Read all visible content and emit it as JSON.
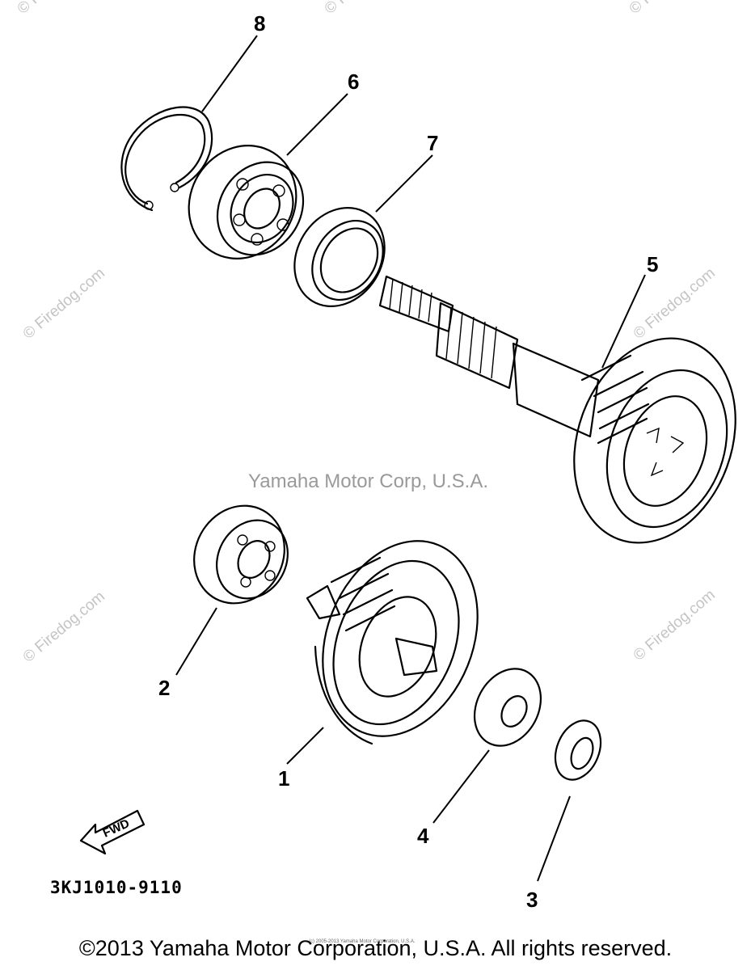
{
  "diagram": {
    "callouts": [
      "1",
      "2",
      "3",
      "4",
      "5",
      "6",
      "7",
      "8"
    ],
    "part_code": "3KJ1010-9110",
    "fwd_label": "FWD"
  },
  "watermarks": {
    "center": "Yamaha Motor Corp, U.S.A.",
    "site": "© Firedog.com",
    "fine_print": "(c) 2005-2013 Yamaha Motor Corporation, U.S.A."
  },
  "footer": {
    "copyright": "©2013 Yamaha Motor Corporation, U.S.A. All rights reserved."
  }
}
